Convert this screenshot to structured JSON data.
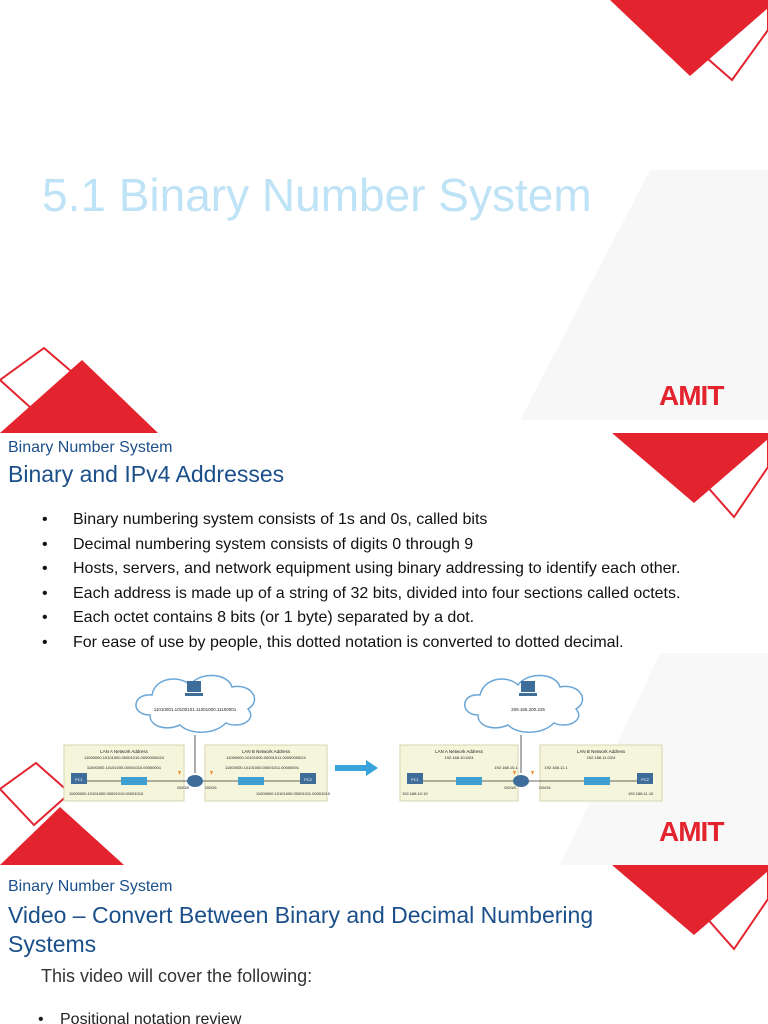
{
  "slide1": {
    "title": "5.1 Binary Number System",
    "logo_text": "AMIT"
  },
  "slide2": {
    "kicker": "Binary Number System",
    "heading": "Binary and IPv4 Addresses",
    "bullets": [
      "Binary numbering system consists of 1s and 0s, called bits",
      "Decimal numbering system consists of digits 0 through 9",
      "Hosts, servers, and network equipment using binary addressing to identify each other.",
      "Each address is made up of a string of 32 bits, divided into four sections called octets.",
      "Each octet contains 8 bits (or 1 byte) separated by a dot.",
      "For ease of use by people, this dotted notation is converted to dotted decimal."
    ],
    "logo_text": "AMIT",
    "diagram": {
      "left": {
        "cloud_address": "11010001.10100101.11001000.11100001",
        "lan_a_title": "LAN A Network Address",
        "lan_a_address": "11000000.10101000.00001010.00000000/24",
        "lan_b_title": "LAN B Network Address",
        "lan_b_address": "11000000.10101000.00001011.00000000/24",
        "lan_a_gateway": "11000000.10101000.00001010.00000001",
        "lan_b_gateway": "11000000.10101000.00001011.00000001",
        "pc1_address": "11000000.10101000.00001010.00001010",
        "pc2_address": "11000000.10101000.00001011.00001010",
        "pc1_label": "PC1",
        "pc2_label": "PC2",
        "if_left": "G0/0/0",
        "if_right": "G0/0/1"
      },
      "right": {
        "cloud_address": "209.165.200.225",
        "lan_a_title": "LAN A Network Address",
        "lan_a_address": "192.168.10.0/24",
        "lan_b_title": "LAN B Network Address",
        "lan_b_address": "192.168.11.0/24",
        "lan_a_gateway": "192.168.10.1",
        "lan_b_gateway": "192.168.11.1",
        "pc1_address": "192.168.10.10",
        "pc2_address": "192.168.11.10",
        "pc1_label": "PC1",
        "pc2_label": "PC2",
        "if_left": "G0/0/0",
        "if_right": "G0/0/1"
      }
    }
  },
  "slide3": {
    "kicker": "Binary Number System",
    "heading_line1": "Video – Convert Between Binary and Decimal Numbering",
    "heading_line2": "Systems",
    "intro": "This video will cover the following:",
    "bullets": [
      "Positional notation review"
    ]
  },
  "colors": {
    "brand_red": "#e3232e",
    "title_blue": "#1b4f8a",
    "title_light_blue": "#bfe3f6"
  }
}
